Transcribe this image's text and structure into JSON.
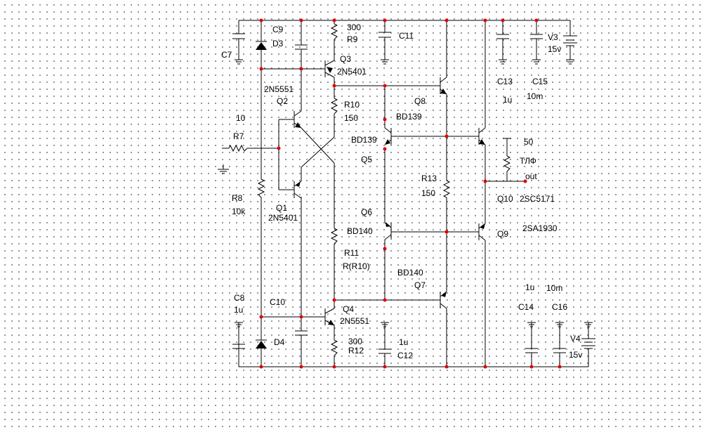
{
  "labels": {
    "c7": "C7",
    "c9": "C9",
    "d3": "D3",
    "r9_val": "300",
    "r9": "R9",
    "c11": "C11",
    "q3": "Q3",
    "q3_type": "2N5401",
    "q2_type": "2N5551",
    "q2": "Q2",
    "r10": "R10",
    "r10_val": "150",
    "q8": "Q8",
    "c13": "C13",
    "c15": "C15",
    "c13_val": "1u",
    "c15_val": "10m",
    "v3": "V3",
    "v3_val": "15v",
    "r7_val": "10",
    "r7": "R7",
    "q5_type_top": "BD139",
    "q5_type": "BD139",
    "q5": "Q5",
    "r8": "R8",
    "r8_val": "10k",
    "q1": "Q1",
    "q1_type": "2N5401",
    "r13": "R13",
    "r13_val": "150",
    "q10": "Q10",
    "q10_type": "2SC5171",
    "tlf_val": "50",
    "tlf": "ТЛФ",
    "out": "out",
    "q6": "Q6",
    "q6_type": "BD140",
    "q9": "Q9",
    "q9_type": "2SA1930",
    "r11": "R11",
    "r11_val": "R(R10)",
    "q7_type": "BD140",
    "q7": "Q7",
    "c14_val": "1u",
    "c16_val": "10m",
    "c14": "C14",
    "c16": "C16",
    "c8": "C8",
    "c8_val": "1u",
    "c10": "C10",
    "q4": "Q4",
    "q4_type": "2N5551",
    "d4": "D4",
    "r12_val": "300",
    "r12": "R12",
    "c12_val": "1u",
    "c12": "C12",
    "v4": "V4",
    "v4_val": "15v"
  }
}
